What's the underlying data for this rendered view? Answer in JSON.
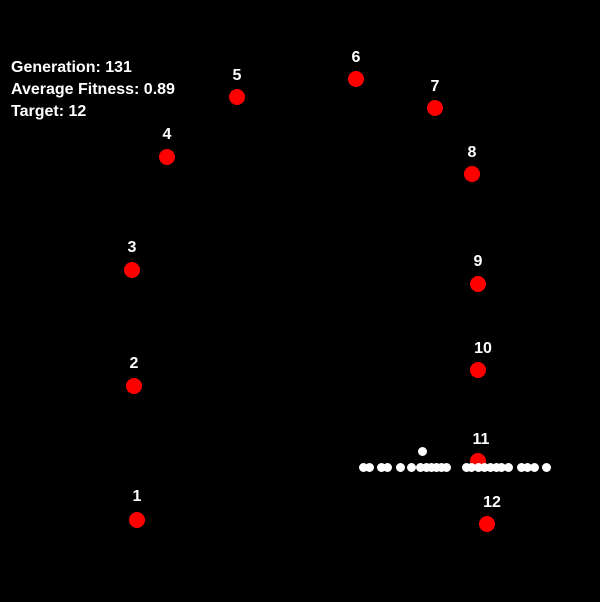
{
  "stats": {
    "generation": "Generation: 131",
    "average_fitness": "Average Fitness: 0.89",
    "target": "Target: 12"
  },
  "colors": {
    "background": "#000000",
    "target_dot": "#ff0000",
    "agent_dot": "#ffffff",
    "text": "#ffffff"
  },
  "targets": [
    {
      "label": "1"
    },
    {
      "label": "2"
    },
    {
      "label": "3"
    },
    {
      "label": "4"
    },
    {
      "label": "5"
    },
    {
      "label": "6"
    },
    {
      "label": "7"
    },
    {
      "label": "8"
    },
    {
      "label": "9"
    },
    {
      "label": "10"
    },
    {
      "label": "11"
    },
    {
      "label": "12"
    }
  ]
}
